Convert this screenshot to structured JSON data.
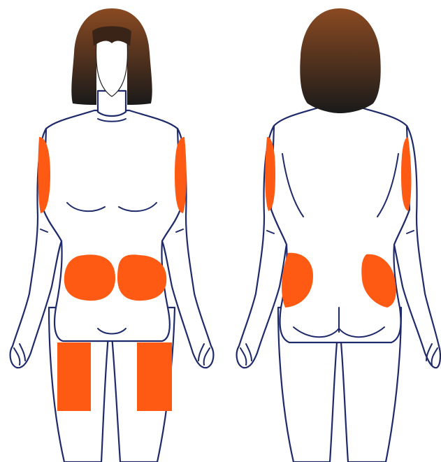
{
  "colors": {
    "site": "#ff5a14",
    "outline": "#1f2a6b",
    "hair_top": "#8a4a22",
    "hair_bottom": "#1a1a1a",
    "background": "#ffffff"
  },
  "figures": [
    {
      "view": "front",
      "sites": [
        "left-upper-arm",
        "right-upper-arm",
        "left-abdomen",
        "right-abdomen",
        "left-thigh",
        "right-thigh"
      ]
    },
    {
      "view": "back",
      "sites": [
        "left-upper-arm",
        "right-upper-arm",
        "left-flank",
        "right-flank"
      ]
    }
  ]
}
